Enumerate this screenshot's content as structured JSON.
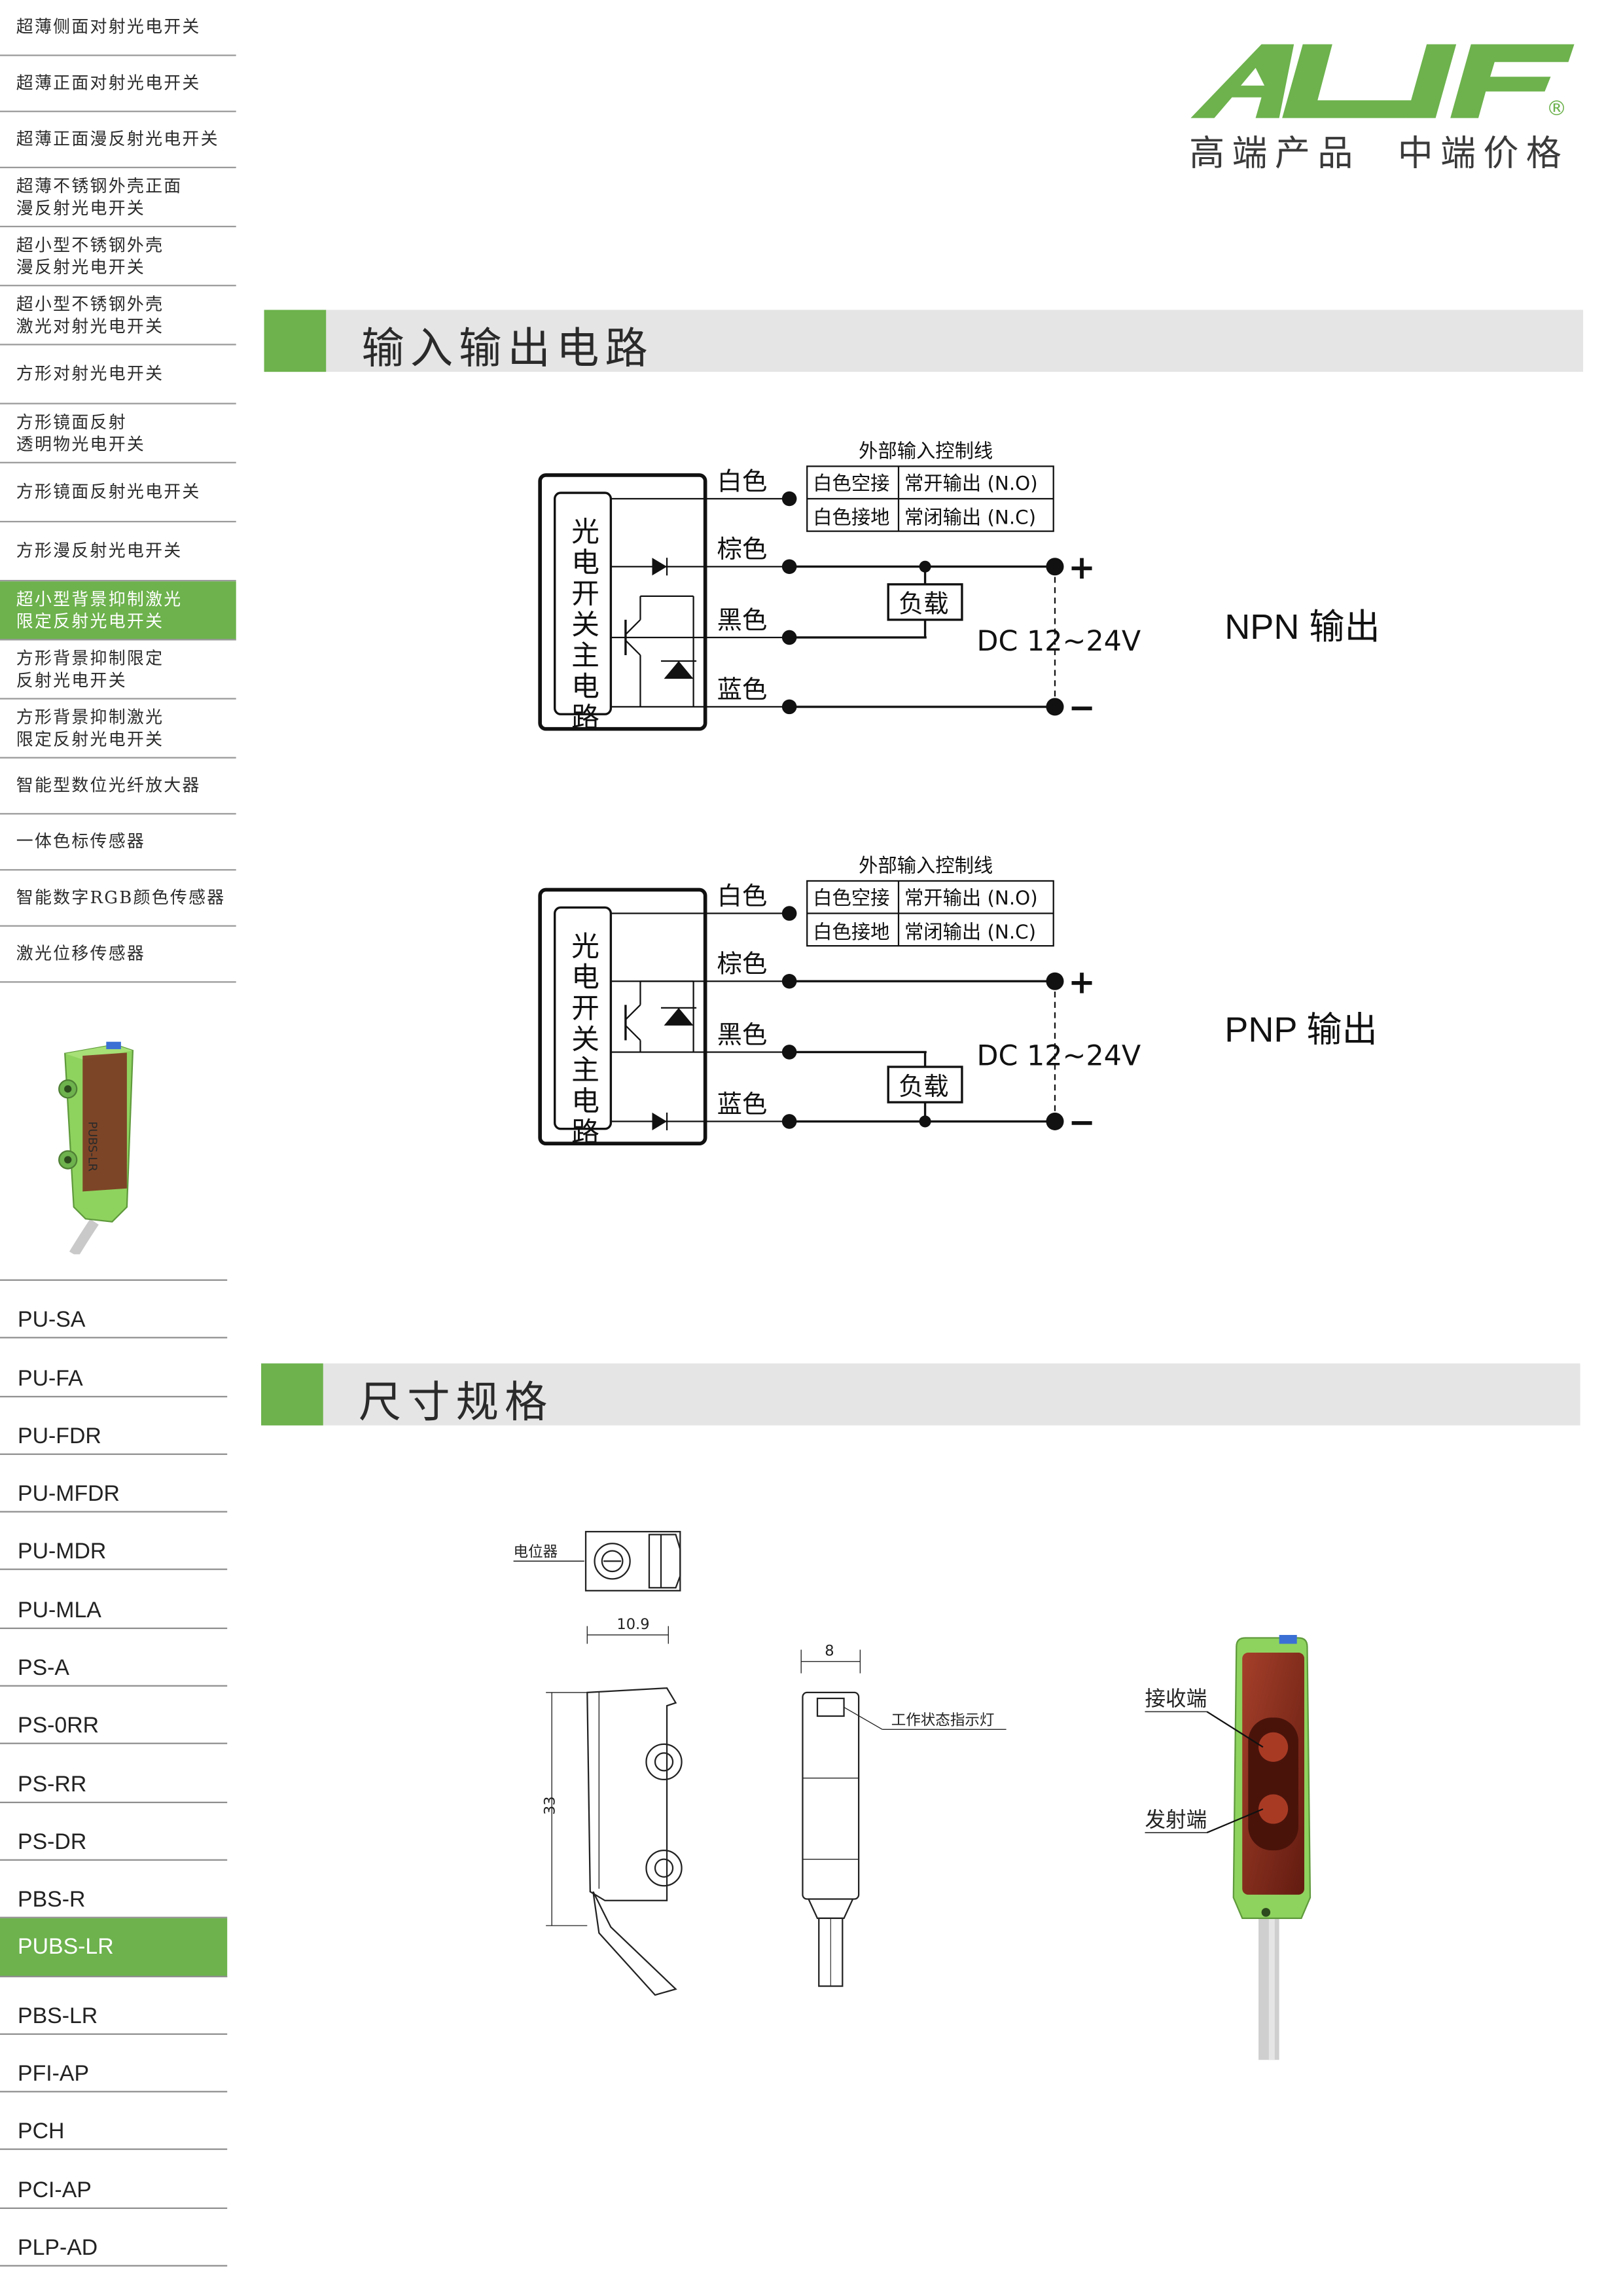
{
  "sidebar": {
    "categories": [
      {
        "label": "超薄侧面对射光电开关"
      },
      {
        "label": "超薄正面对射光电开关"
      },
      {
        "label": "超薄正面漫反射光电开关"
      },
      {
        "label": "超薄不锈钢外壳正面\n漫反射光电开关"
      },
      {
        "label": "超小型不锈钢外壳\n漫反射光电开关"
      },
      {
        "label": "超小型不锈钢外壳\n激光对射光电开关"
      },
      {
        "label": "方形对射光电开关"
      },
      {
        "label": "方形镜面反射\n透明物光电开关"
      },
      {
        "label": "方形镜面反射光电开关"
      },
      {
        "label": "方形漫反射光电开关"
      },
      {
        "label": "超小型背景抑制激光\n限定反射光电开关"
      },
      {
        "label": "方形背景抑制限定\n反射光电开关"
      },
      {
        "label": "方形背景抑制激光\n限定反射光电开关"
      },
      {
        "label": "智能型数位光纤放大器"
      },
      {
        "label": "一体色标传感器"
      },
      {
        "label": "智能数字RGB颜色传感器"
      },
      {
        "label": "激光位移传感器"
      }
    ],
    "active_category": 10,
    "models": [
      {
        "label": "PU-SA"
      },
      {
        "label": "PU-FA"
      },
      {
        "label": "PU-FDR"
      },
      {
        "label": "PU-MFDR"
      },
      {
        "label": "PU-MDR"
      },
      {
        "label": "PU-MLA"
      },
      {
        "label": "PS-A"
      },
      {
        "label": "PS-0RR"
      },
      {
        "label": "PS-RR"
      },
      {
        "label": "PS-DR"
      },
      {
        "label": "PBS-R"
      },
      {
        "label": "PUBS-LR"
      },
      {
        "label": "PBS-LR"
      },
      {
        "label": "PFI-AP"
      },
      {
        "label": "PCH"
      },
      {
        "label": "PCI-AP"
      },
      {
        "label": "PLP-AD"
      }
    ],
    "active_model": 11,
    "product_image_text": "PUBS-LR"
  },
  "header": {
    "logo_text": "ALIF",
    "registered_mark": "®",
    "tagline": "高端产品  中端价格"
  },
  "colors": {
    "accent_green": "#6db24d",
    "section_bar_gray": "#e5e5e5",
    "sensor_body": "#8fd35f",
    "sensor_lens": "#7a2b1d"
  },
  "section_circuit": {
    "title": "输入输出电路",
    "npn": {
      "output_label": "NPN 输出",
      "box_label": "光电开关主电路",
      "wires": {
        "white": "白色",
        "brown": "棕色",
        "black": "黑色",
        "blue": "蓝色"
      },
      "control_caption": "外部输入控制线",
      "control_rows": [
        {
          "state": "白色空接",
          "mode": "常开输出 (N.O)"
        },
        {
          "state": "白色接地",
          "mode": "常闭输出 (N.C)"
        }
      ],
      "load": "负载",
      "supply": "DC 12~24V",
      "plus": "+",
      "minus": "−"
    },
    "pnp": {
      "output_label": "PNP 输出",
      "box_label": "光电开关主电路",
      "wires": {
        "white": "白色",
        "brown": "棕色",
        "black": "黑色",
        "blue": "蓝色"
      },
      "control_caption": "外部输入控制线",
      "control_rows": [
        {
          "state": "白色空接",
          "mode": "常开输出 (N.O)"
        },
        {
          "state": "白色接地",
          "mode": "常闭输出 (N.C)"
        }
      ],
      "load": "负载",
      "supply": "DC 12~24V",
      "plus": "+",
      "minus": "−"
    }
  },
  "section_dimensions": {
    "title": "尺寸规格",
    "potentiometer_label": "电位器",
    "width_value": "10.9",
    "height_value": "33",
    "depth_value": "8",
    "indicator_label": "工作状态指示灯",
    "receiver_label": "接收端",
    "emitter_label": "发射端"
  }
}
